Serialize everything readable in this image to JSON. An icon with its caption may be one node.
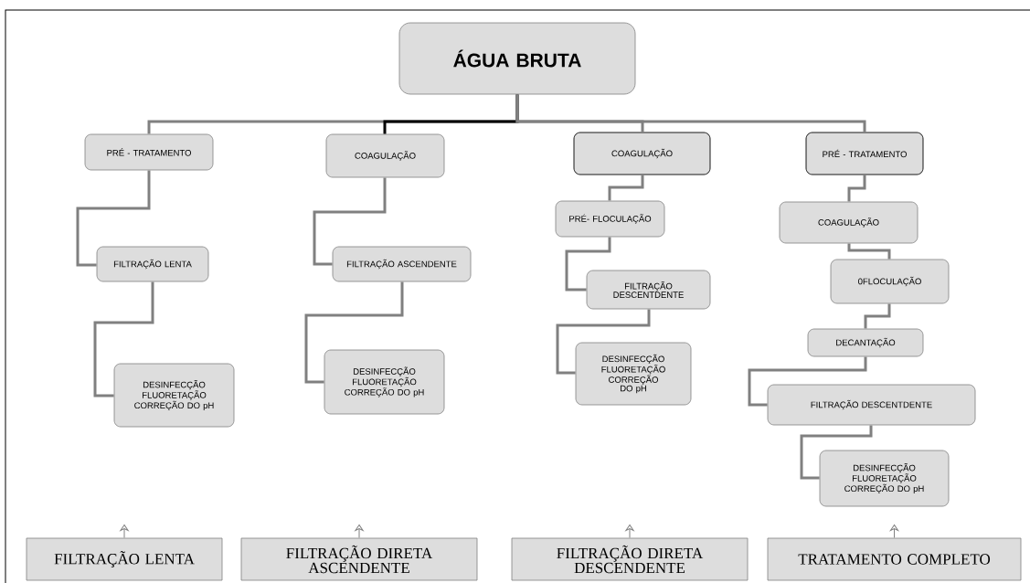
{
  "diagram": {
    "nodes": [
      {
        "text": [
          "ÁGUA BRUTA"
        ]
      },
      {
        "text": [
          "PRÉ - TRATAMENTO"
        ]
      },
      {
        "text": [
          "FILTRAÇÃO LENTA"
        ]
      },
      {
        "text": [
          "DESINFECÇÃO FLUORETAÇÃO CORREÇÃO DO pH"
        ]
      },
      {
        "text": [
          "COAGULAÇÃO"
        ]
      },
      {
        "text": [
          "FILTRAÇÃO ASCENDENTE"
        ]
      },
      {
        "text": [
          "DESINFECÇÃO FLUORETAÇÃO CORREÇÃO DO pH"
        ]
      },
      {
        "text": [
          "COAGULAÇÃO"
        ]
      },
      {
        "text": [
          "PRÉ- FLOCULAÇÃO"
        ]
      },
      {
        "text": [
          "FILTRAÇÃO DESCENTDENTE"
        ]
      },
      {
        "text": [
          "DESINFECÇÃO FLUORETAÇÃO CORREÇÃO DO pH"
        ]
      },
      {
        "text": [
          "PRÉ - TRATAMENTO"
        ]
      },
      {
        "text": [
          "COAGULAÇÃO"
        ]
      },
      {
        "text": [
          "0FLOCULAÇÃO"
        ]
      },
      {
        "text": [
          "DECANTAÇÃO"
        ]
      },
      {
        "text": [
          "FILTRAÇÃO DESCENTDENTE"
        ]
      },
      {
        "text": [
          "DESINFECÇÃO FLUORETAÇÃO CORREÇÃO DO pH"
        ]
      },
      {
        "text": [
          "FILTRAÇÃO LENTA"
        ]
      },
      {
        "text": [
          "FILTRAÇÃO DIRETA ASCENDENTE"
        ]
      },
      {
        "text": [
          "FILTRAÇÃO DIRETA DESCENDENTE"
        ]
      },
      {
        "text": [
          "TRATAMENTO COMPLETO"
        ]
      }
    ],
    "edges": [
      {
        "from": 0,
        "to": 1,
        "arrow": "none"
      },
      {
        "from": 0,
        "to": 4,
        "arrow": "none",
        "color": "#000000"
      },
      {
        "from": 0,
        "to": 7,
        "arrow": "none"
      },
      {
        "from": 0,
        "to": 11,
        "arrow": "none"
      },
      {
        "from": 1,
        "to": 2,
        "arrow": "none"
      },
      {
        "from": 2,
        "to": 3,
        "arrow": "none"
      },
      {
        "from": 4,
        "to": 5,
        "arrow": "none"
      },
      {
        "from": 5,
        "to": 6,
        "arrow": "none"
      },
      {
        "from": 7,
        "to": 8,
        "arrow": "none"
      },
      {
        "from": 8,
        "to": 9,
        "arrow": "none"
      },
      {
        "from": 9,
        "to": 10,
        "arrow": "none"
      },
      {
        "from": 11,
        "to": 12,
        "arrow": "none"
      },
      {
        "from": 12,
        "to": 13,
        "arrow": "none"
      },
      {
        "from": 13,
        "to": 14,
        "arrow": "none"
      },
      {
        "from": 14,
        "to": 15,
        "arrow": "none"
      },
      {
        "from": 15,
        "to": 16,
        "arrow": "none"
      },
      {
        "from": 17,
        "to": null,
        "arrow": "to"
      },
      {
        "from": 18,
        "to": null,
        "arrow": "to"
      },
      {
        "from": 19,
        "to": null,
        "arrow": "to"
      },
      {
        "from": 20,
        "to": null,
        "arrow": "to"
      }
    ]
  }
}
